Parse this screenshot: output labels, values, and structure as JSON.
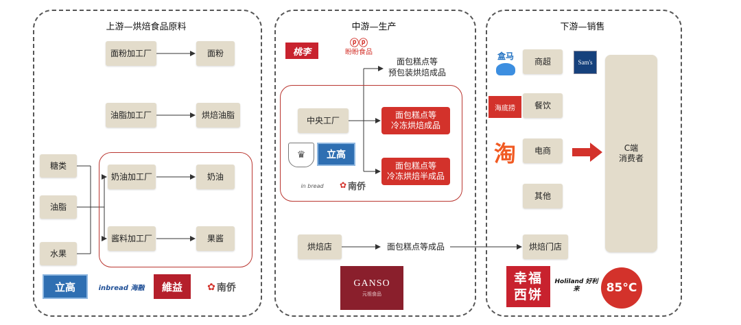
{
  "panels": {
    "upstream": {
      "title": "上游—烘焙食品原料"
    },
    "midstream": {
      "title": "中游—生产"
    },
    "downstream": {
      "title": "下游—销售"
    }
  },
  "upstream": {
    "inputs": [
      "糖类",
      "油脂",
      "水果"
    ],
    "factories": [
      "面粉加工厂",
      "油脂加工厂",
      "奶油加工厂",
      "酱料加工厂"
    ],
    "products": [
      "面粉",
      "烘焙油脂",
      "奶油",
      "果酱"
    ],
    "logos": {
      "ligao": "立高",
      "inbread": "inbread 海融",
      "weiyi": "維益",
      "nanqiao": "南侨"
    }
  },
  "midstream": {
    "central_factory": "中央工厂",
    "bakery": "烘焙店",
    "outputs": {
      "packaged": "面包糕点等\n预包装烘焙成品",
      "frozen_finished": "面包糕点等\n冷冻烘焙成品",
      "frozen_semi": "面包糕点等\n冷冻烘焙半成品",
      "bakery_finished": "面包糕点等成品"
    },
    "logos": {
      "taoli": "桃李",
      "panpan": "盼盼食品",
      "ligao": "立高",
      "nanqiao": "南侨",
      "ganso": "GANSO",
      "ganso_sub": "元祖食品"
    }
  },
  "downstream": {
    "channels": [
      "商超",
      "餐饮",
      "电商",
      "其他"
    ],
    "bakery_store": "烘焙门店",
    "consumer": "C端\n消费者",
    "logos": {
      "hema": "盒马",
      "sams": "Sam's",
      "hotpot": "海底捞",
      "taobao": "淘",
      "xingfu": "幸福西饼",
      "holiland": "Holiland 好利来",
      "c85": "85°C"
    }
  },
  "colors": {
    "box": "#e3dccb",
    "accent_red": "#d3322b",
    "group_border": "#b9352f",
    "dash": "#555555",
    "ligao_blue": "#2f6fb2"
  }
}
